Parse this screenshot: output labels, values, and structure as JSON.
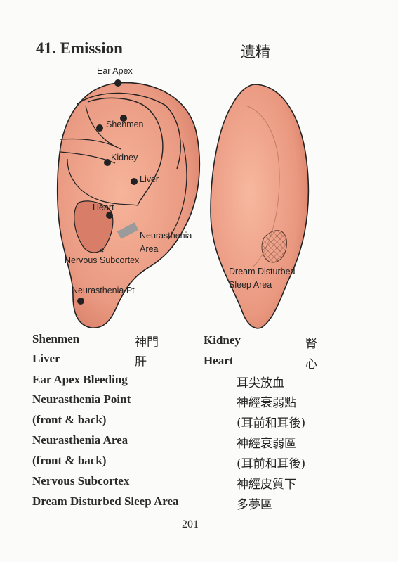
{
  "title": {
    "en": "41. Emission",
    "zh": "遺精"
  },
  "labels": {
    "ear_apex": "Ear Apex",
    "shenmen": "Shenmen",
    "kidney": "Kidney",
    "liver": "Liver",
    "heart": "Heart",
    "neurasthenia": "Neurasthenia",
    "area": "Area",
    "nervous_subcortex": "Nervous Subcortex",
    "neurasthenia_pt": "Neurasthenia Pt",
    "dream_disturbed": "Dream Disturbed",
    "sleep_area": "Sleep Area"
  },
  "points_top": [
    {
      "en": "Shenmen",
      "zh": "神門"
    },
    {
      "en": "Kidney",
      "zh": "腎"
    },
    {
      "en": "Liver",
      "zh": "肝"
    },
    {
      "en": "Heart",
      "zh": "心"
    }
  ],
  "points_list": [
    {
      "en": "Ear Apex Bleeding",
      "zh": "耳尖放血"
    },
    {
      "en": "Neurasthenia Point",
      "zh": "神經衰弱點"
    },
    {
      "en": "(front & back)",
      "zh": "(耳前和耳後)"
    },
    {
      "en": "Neurasthenia Area",
      "zh": "神經衰弱區"
    },
    {
      "en": "(front & back)",
      "zh": "(耳前和耳後)"
    },
    {
      "en": "Nervous Subcortex",
      "zh": "神經皮質下"
    },
    {
      "en": "Dream Disturbed Sleep Area",
      "zh": "多夢區"
    }
  ],
  "page_number": "201"
}
